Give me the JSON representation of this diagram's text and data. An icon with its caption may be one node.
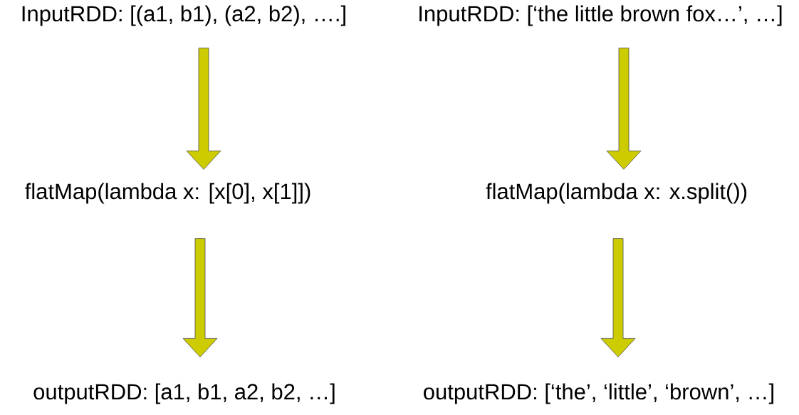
{
  "diagram": {
    "nodes": [
      {
        "text": [
          "InputRDD:   [(a1, b1), (a2, b2), ….]"
        ]
      },
      {
        "text": [
          "InputRDD:   [‘the little brown fox…’, …]"
        ]
      },
      {
        "text": [
          "flatMap(lambda x: [x[0], x[1]])"
        ]
      },
      {
        "text": [
          "flatMap(lambda x: x.split())"
        ]
      },
      {
        "text": [
          "outputRDD:   [a1, b1, a2, b2, …]"
        ]
      },
      {
        "text": [
          "outputRDD:   [‘the’, ‘little’, ‘brown’, …]"
        ]
      }
    ],
    "edges": [
      {
        "from": 0,
        "to": 2,
        "arrow": "to"
      },
      {
        "from": 1,
        "to": 3,
        "arrow": "to"
      },
      {
        "from": 2,
        "to": 4,
        "arrow": "to"
      },
      {
        "from": 3,
        "to": 5,
        "arrow": "to"
      }
    ]
  }
}
